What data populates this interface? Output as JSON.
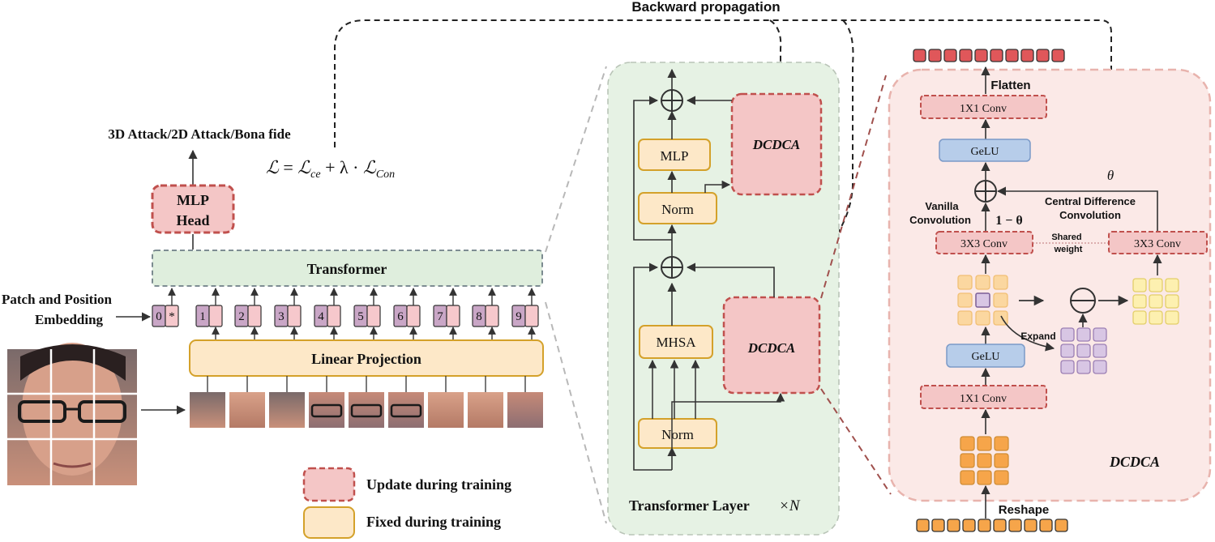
{
  "top": {
    "backward": "Backward propagation"
  },
  "left": {
    "output_label": "3D Attack/2D Attack/Bona fide",
    "mlp_head_line1": "MLP",
    "mlp_head_line2": "Head",
    "transformer": "Transformer",
    "patch_label_line1": "Patch and Position",
    "patch_label_line2": "Embedding",
    "tokens": [
      "0",
      "1",
      "2",
      "3",
      "4",
      "5",
      "6",
      "7",
      "8",
      "9"
    ],
    "cls_marker": "*",
    "linear_projection": "Linear Projection"
  },
  "loss": {
    "L": "ℒ",
    "eq": " = ",
    "ce_base": "ℒ",
    "ce_sub": "ce",
    "plus": " + λ · ",
    "con_base": "ℒ",
    "con_sub": "Con"
  },
  "legend": {
    "update": "Update during training",
    "fixed": "Fixed during training"
  },
  "transformer_layer": {
    "mlp": "MLP",
    "norm_top": "Norm",
    "mhsa": "MHSA",
    "norm_bottom": "Norm",
    "dcdca_top": "DCDCA",
    "dcdca_bottom": "DCDCA",
    "caption": "Transformer Layer",
    "times_n": "×N"
  },
  "dcdca": {
    "flatten": "Flatten",
    "conv1x1_top": "1X1 Conv",
    "gelu_top": "GeLU",
    "theta": "θ",
    "vanilla_line1": "Vanilla",
    "vanilla_line2": "Convolution",
    "one_minus_theta": "1 − θ",
    "central_line1": "Central Difference",
    "central_line2": "Convolution",
    "conv3x3_left": "3X3 Conv",
    "shared_line1": "Shared",
    "shared_line2": "weight",
    "conv3x3_right": "3X3 Conv",
    "expand": "Expand",
    "gelu_bottom": "GeLU",
    "conv1x1_bottom": "1X1 Conv",
    "reshape": "Reshape",
    "title": "DCDCA"
  },
  "colors": {
    "update_fill": "#f4c6c6",
    "update_stroke": "#c0504d",
    "fixed_fill": "#fde8c8",
    "fixed_stroke": "#d4a12a",
    "transformer_fill": "#dfeedd",
    "layer_bg": "#e6f2e4",
    "dcdca_bg": "#fbe9e7",
    "gelu_fill": "#b7cdea",
    "token_purple": "#c9a6c6",
    "token_pink": "#f6c8cc",
    "orange_cell": "#f6a54a",
    "red_cell": "#e0575a",
    "light_orange_cell": "#fbd7a0",
    "purple_cell": "#d8c6e4",
    "yellow_cell": "#fdf0b0"
  }
}
